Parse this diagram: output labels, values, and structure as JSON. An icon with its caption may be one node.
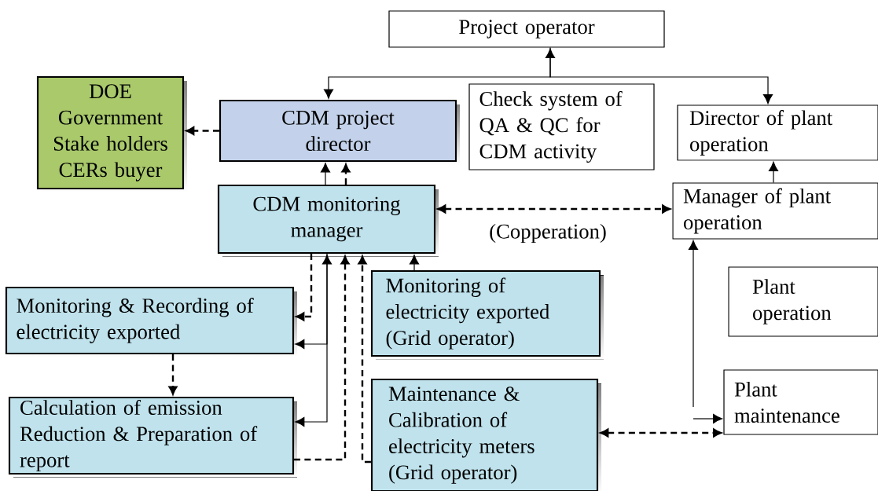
{
  "diagram": {
    "nodes": [
      {
        "text": [
          "Project operator"
        ]
      },
      {
        "text": [
          "DOE",
          "Government",
          "Stake holders",
          "CERs buyer"
        ]
      },
      {
        "text": [
          "CDM project director"
        ]
      },
      {
        "text": [
          "Check system of QA & QC for CDM activity"
        ]
      },
      {
        "text": [
          "Director of plant operation"
        ]
      },
      {
        "text": [
          "CDM monitoring manager"
        ]
      },
      {
        "text": [
          "Manager of plant operation"
        ]
      },
      {
        "text": [
          "Monitoring & Recording of electricity exported"
        ]
      },
      {
        "text": [
          "Monitoring of electricity exported (Grid operator)"
        ]
      },
      {
        "text": [
          "Plant operation"
        ]
      },
      {
        "text": [
          "Calculation of emission Reduction & Preparation of report"
        ]
      },
      {
        "text": [
          "Maintenance & Calibration of electricity meters (Grid operator)"
        ]
      },
      {
        "text": [
          "Plant maintenance"
        ]
      }
    ],
    "edges": [
      {
        "from": 2,
        "to": 0,
        "arrow": "both"
      },
      {
        "from": 0,
        "to": 4,
        "arrow": "to"
      },
      {
        "from": 2,
        "to": 1,
        "arrow": "to",
        "style": "dashed"
      },
      {
        "from": 5,
        "to": 2,
        "arrow": "to"
      },
      {
        "from": 5,
        "to": 2,
        "arrow": "to",
        "style": "dashed"
      },
      {
        "from": 5,
        "to": 6,
        "arrow": "both",
        "style": "dashed",
        "label": "(Copperation)"
      },
      {
        "from": 6,
        "to": 4,
        "arrow": "to"
      },
      {
        "from": null,
        "to": 6,
        "arrow": "to"
      },
      {
        "from": null,
        "to": 12,
        "arrow": "to"
      },
      {
        "from": 11,
        "to": 12,
        "arrow": "both",
        "style": "dashed"
      },
      {
        "from": 5,
        "to": 7,
        "arrow": "to",
        "style": "dashed"
      },
      {
        "from": 7,
        "to": 5,
        "arrow": "both"
      },
      {
        "from": 5,
        "to": 10,
        "arrow": "to"
      },
      {
        "from": 10,
        "to": 5,
        "arrow": "to",
        "style": "dashed"
      },
      {
        "from": 11,
        "to": 5,
        "arrow": "to",
        "style": "dashed"
      },
      {
        "from": 8,
        "to": 5,
        "arrow": "to"
      },
      {
        "from": 7,
        "to": 10,
        "arrow": "to",
        "style": "dashed"
      }
    ]
  }
}
